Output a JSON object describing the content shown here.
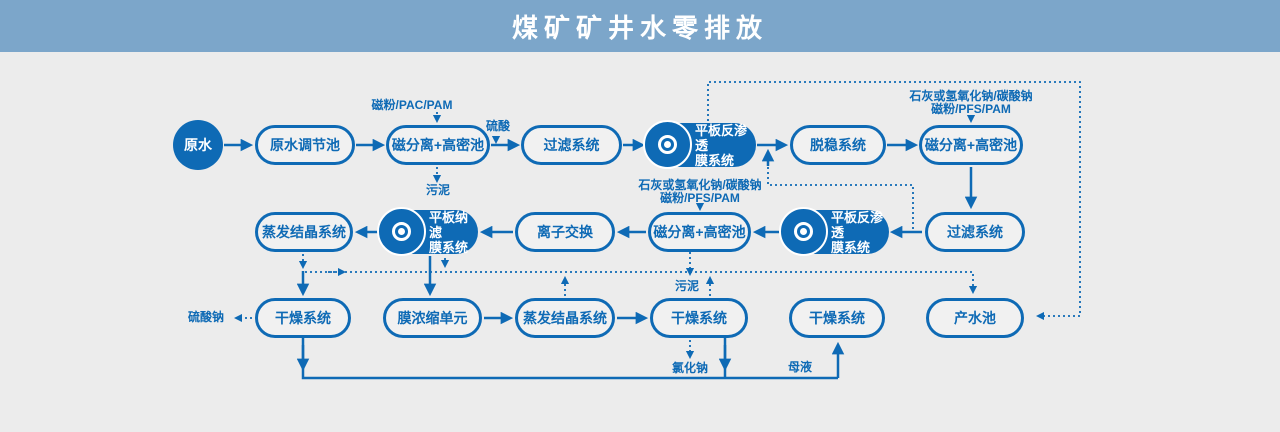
{
  "header": {
    "title": "煤矿矿井水零排放"
  },
  "colors": {
    "accent": "#0e6ab5",
    "header_bg": "#7ca6ca",
    "background": "#ececec"
  },
  "nodes": [
    {
      "id": "raw-water",
      "label": "原水"
    },
    {
      "id": "raw-water-regulating-pool",
      "label": "原水调节池"
    },
    {
      "id": "mag-sep-high-density-1",
      "label": "磁分离+高密池"
    },
    {
      "id": "filter-system-1",
      "label": "过滤系统"
    },
    {
      "id": "flat-ro-membrane-1",
      "label_line1": "平板反渗透",
      "label_line2": "膜系统"
    },
    {
      "id": "destabilization-system",
      "label": "脱稳系统"
    },
    {
      "id": "mag-sep-high-density-2",
      "label": "磁分离+高密池"
    },
    {
      "id": "evaporation-crystallization-1",
      "label": "蒸发结晶系统"
    },
    {
      "id": "flat-nf-membrane",
      "label_line1": "平板纳滤",
      "label_line2": "膜系统"
    },
    {
      "id": "ion-exchange",
      "label": "离子交换"
    },
    {
      "id": "mag-sep-high-density-3",
      "label": "磁分离+高密池"
    },
    {
      "id": "flat-ro-membrane-2",
      "label_line1": "平板反渗透",
      "label_line2": "膜系统"
    },
    {
      "id": "filter-system-2",
      "label": "过滤系统"
    },
    {
      "id": "drying-system-1",
      "label": "干燥系统"
    },
    {
      "id": "membrane-concentration-unit",
      "label": "膜浓缩单元"
    },
    {
      "id": "evaporation-crystallization-2",
      "label": "蒸发结晶系统"
    },
    {
      "id": "drying-system-2",
      "label": "干燥系统"
    },
    {
      "id": "drying-system-3",
      "label": "干燥系统"
    },
    {
      "id": "product-water-pool",
      "label": "产水池"
    }
  ],
  "annotations": {
    "dosing_1": "磁粉/PAC/PAM",
    "dosing_2": "硫酸",
    "dosing_3_line1": "石灰或氢氧化钠/碳酸钠",
    "dosing_3_line2": "磁粉/PFS/PAM",
    "dosing_4_line1": "石灰或氢氧化钠/碳酸钠",
    "dosing_4_line2": "磁粉/PFS/PAM",
    "sludge_1": "污泥",
    "sludge_2": "污泥",
    "sodium_sulfate": "硫酸钠",
    "sodium_chloride": "氯化钠",
    "mother_liquor": "母液"
  },
  "edges": [
    {
      "from": "raw-water",
      "to": "raw-water-regulating-pool",
      "style": "solid",
      "label": ""
    },
    {
      "from": "raw-water-regulating-pool",
      "to": "mag-sep-high-density-1",
      "style": "solid",
      "label": ""
    },
    {
      "from": "mag-sep-high-density-1",
      "to": "filter-system-1",
      "style": "solid",
      "label": "硫酸"
    },
    {
      "from": "filter-system-1",
      "to": "flat-ro-membrane-1",
      "style": "solid",
      "label": ""
    },
    {
      "from": "flat-ro-membrane-1",
      "to": "destabilization-system",
      "style": "solid",
      "label": ""
    },
    {
      "from": "destabilization-system",
      "to": "mag-sep-high-density-2",
      "style": "solid",
      "label": ""
    },
    {
      "from": "mag-sep-high-density-2",
      "to": "filter-system-2",
      "style": "solid",
      "label": ""
    },
    {
      "from": "filter-system-2",
      "to": "flat-ro-membrane-2",
      "style": "solid",
      "label": ""
    },
    {
      "from": "flat-ro-membrane-2",
      "to": "mag-sep-high-density-3",
      "style": "solid",
      "label": ""
    },
    {
      "from": "mag-sep-high-density-3",
      "to": "ion-exchange",
      "style": "solid",
      "label": ""
    },
    {
      "from": "ion-exchange",
      "to": "flat-nf-membrane",
      "style": "solid",
      "label": ""
    },
    {
      "from": "flat-nf-membrane",
      "to": "evaporation-crystallization-1",
      "style": "solid",
      "label": ""
    },
    {
      "from": "flat-nf-membrane",
      "to": "membrane-concentration-unit",
      "style": "solid",
      "label": ""
    },
    {
      "from": "membrane-concentration-unit",
      "to": "evaporation-crystallization-2",
      "style": "solid",
      "label": ""
    },
    {
      "from": "evaporation-crystallization-2",
      "to": "drying-system-2",
      "style": "solid",
      "label": ""
    },
    {
      "from": "evaporation-crystallization-1",
      "to": "drying-system-1",
      "style": "solid",
      "label": ""
    },
    {
      "from": "drying-system-1",
      "to": "drying-system-3",
      "style": "solid",
      "label": "母液"
    },
    {
      "from": "drying-system-2",
      "to": "drying-system-3",
      "style": "solid",
      "label": "母液"
    },
    {
      "from": "flat-ro-membrane-1",
      "to": "product-water-pool",
      "style": "dotted",
      "label": ""
    },
    {
      "from": "filter-system-2",
      "to": "destabilization-system",
      "style": "dotted",
      "label": ""
    },
    {
      "from": "evaporation-crystallization-1",
      "to": "product-water-pool",
      "style": "dotted",
      "label": ""
    },
    {
      "from": "flat-nf-membrane",
      "to": "product-water-pool",
      "style": "dotted",
      "label": ""
    },
    {
      "from": "evaporation-crystallization-2",
      "to": "product-water-pool",
      "style": "dotted",
      "label": ""
    },
    {
      "from": "drying-system-2",
      "to": "product-water-pool",
      "style": "dotted",
      "label": ""
    },
    {
      "from": "mag-sep-high-density-3",
      "to": "drying-system-2",
      "style": "dotted",
      "label": "污泥"
    },
    {
      "from": "mag-sep-high-density-1",
      "to": "out",
      "style": "dotted",
      "label": "污泥"
    },
    {
      "from": "drying-system-1",
      "to": "out",
      "style": "dotted",
      "label": "硫酸钠"
    },
    {
      "from": "drying-system-2",
      "to": "out",
      "style": "dotted",
      "label": "氯化钠"
    }
  ]
}
